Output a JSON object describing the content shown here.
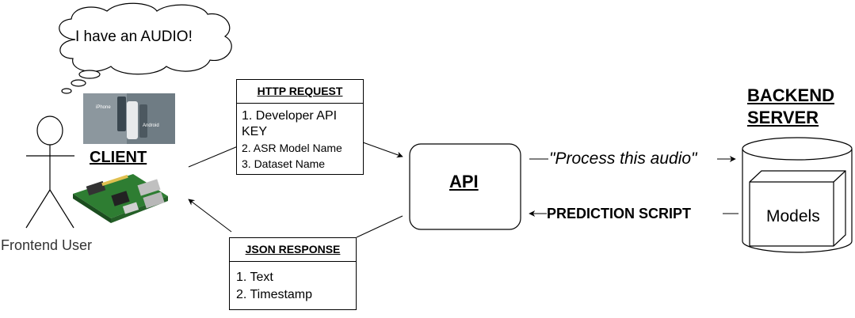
{
  "thought_bubble": {
    "text": "I have an AUDIO!"
  },
  "client": {
    "label": "CLIENT",
    "actor_label": "Frontend User",
    "phone_image": {
      "left_text": "iPhone",
      "right_text": "Android"
    },
    "board_image": "raspberry-pi-board"
  },
  "http_request": {
    "title": "HTTP REQUEST",
    "items": [
      "1. Developer API",
      "KEY",
      "2. ASR Model Name",
      "3. Dataset Name"
    ]
  },
  "json_response": {
    "title": "JSON RESPONSE",
    "items": [
      "1. Text",
      "2. Timestamp"
    ]
  },
  "api": {
    "label": "API"
  },
  "process_label": "\"Process this audio\"",
  "prediction_label": "PREDICTION SCRIPT",
  "backend": {
    "title_line1": "BACKEND",
    "title_line2": "SERVER",
    "models_label": "Models"
  },
  "colors": {
    "line": "#000000",
    "board_green": "#2e7d32",
    "phone_bg": "#6f7c84"
  }
}
